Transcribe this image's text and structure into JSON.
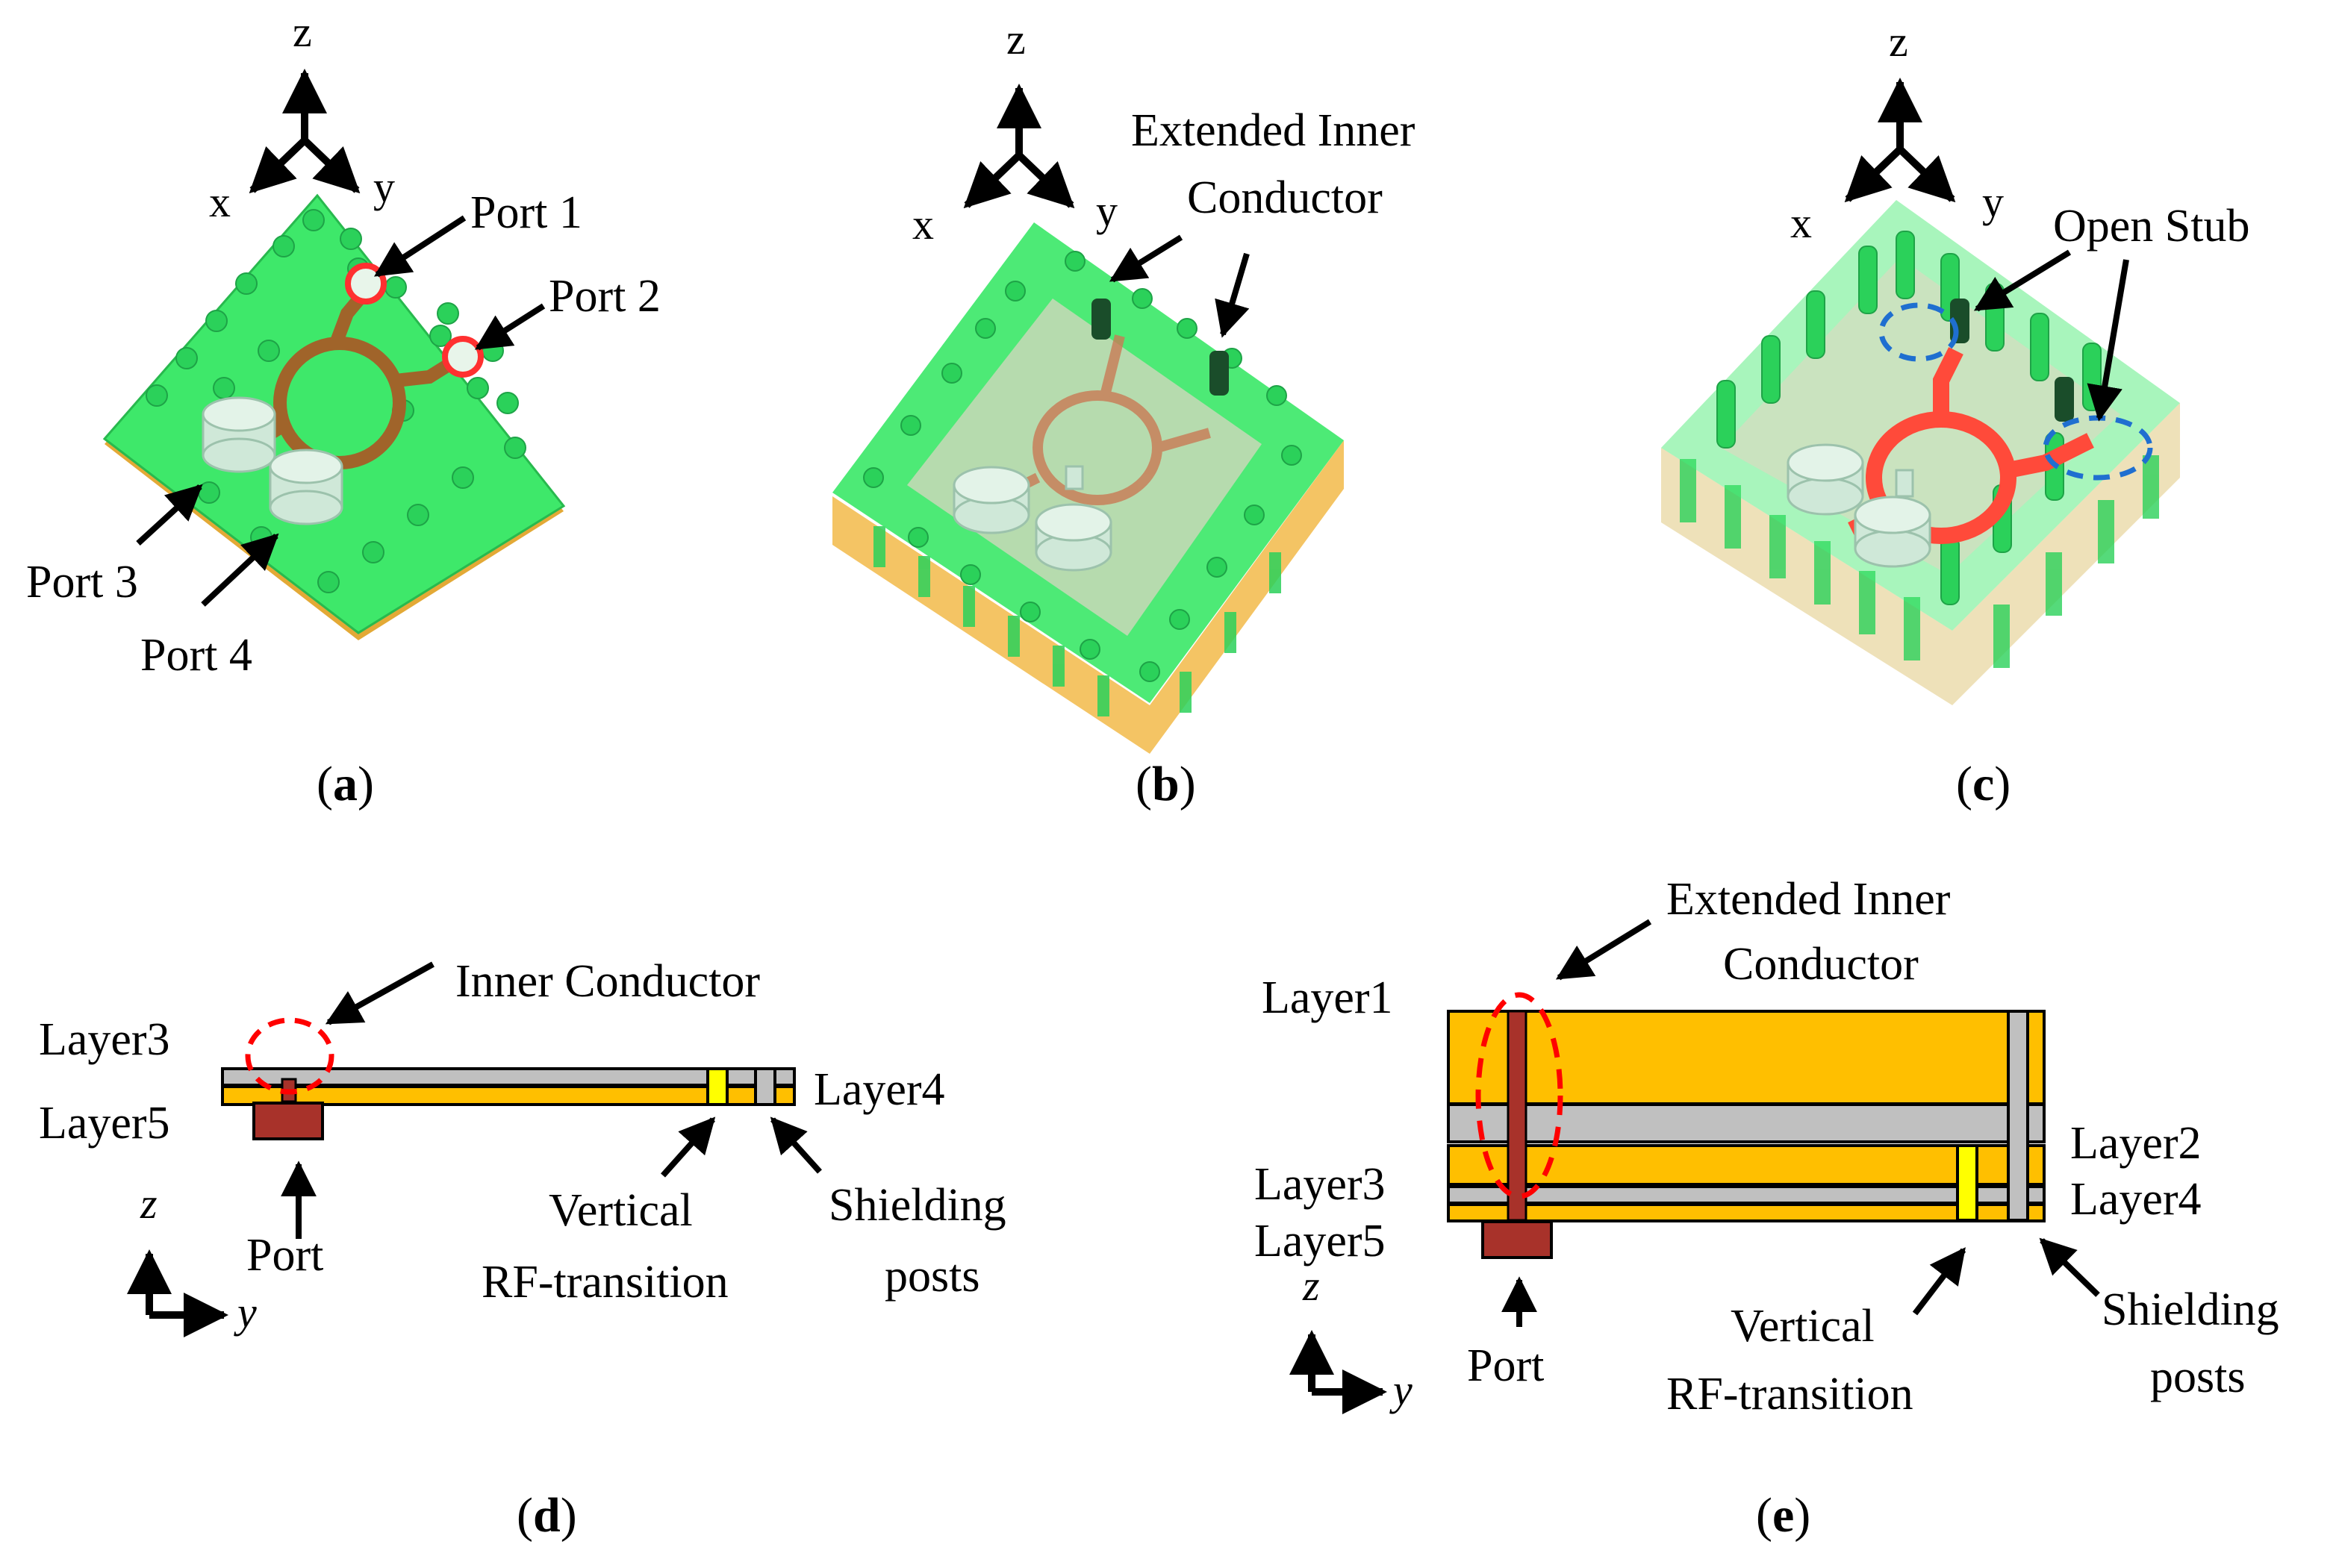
{
  "panels": {
    "a": {
      "caption_letter": "a",
      "axes": {
        "z": "z",
        "x": "x",
        "y": "y"
      },
      "labels": {
        "port1": "Port 1",
        "port2": "Port 2",
        "port3": "Port 3",
        "port4": "Port 4"
      }
    },
    "b": {
      "caption_letter": "b",
      "axes": {
        "z": "z",
        "x": "x",
        "y": "y"
      },
      "labels": {
        "line1": "Extended Inner",
        "line2": "Conductor"
      }
    },
    "c": {
      "caption_letter": "c",
      "axes": {
        "z": "z",
        "x": "x",
        "y": "y"
      },
      "labels": {
        "open_stub": "Open Stub"
      }
    },
    "d": {
      "caption_letter": "d",
      "axes": {
        "z": "z",
        "y": "y"
      },
      "labels": {
        "inner_conductor": "Inner Conductor",
        "layer3": "Layer3",
        "layer5": "Layer5",
        "layer4": "Layer4",
        "port": "Port",
        "vertical": "Vertical",
        "rf_transition": "RF-transition",
        "shielding": "Shielding",
        "posts": "posts"
      }
    },
    "e": {
      "caption_letter": "e",
      "axes": {
        "z": "z",
        "y": "y"
      },
      "labels": {
        "extended_line1": "Extended Inner",
        "extended_line2": "Conductor",
        "layer1": "Layer1",
        "layer2": "Layer2",
        "layer3": "Layer3",
        "layer4": "Layer4",
        "layer5": "Layer5",
        "port": "Port",
        "vertical": "Vertical",
        "rf_transition": "RF-transition",
        "shielding": "Shielding",
        "posts": "posts"
      }
    }
  },
  "colors": {
    "board_green": "#3ee86a",
    "post_green": "#2bd15a",
    "port_cyl": "#cfe8d8",
    "trace_brown": "#a0642a",
    "trace_red": "#ff4a3a",
    "gold_layer": "#ffbf00",
    "gray_layer": "#c0c0c0",
    "port_block": "#a8322a",
    "transition_yellow": "#ffff00",
    "highlight_red": "#ff0000",
    "highlight_blue": "#1f6fd0"
  }
}
